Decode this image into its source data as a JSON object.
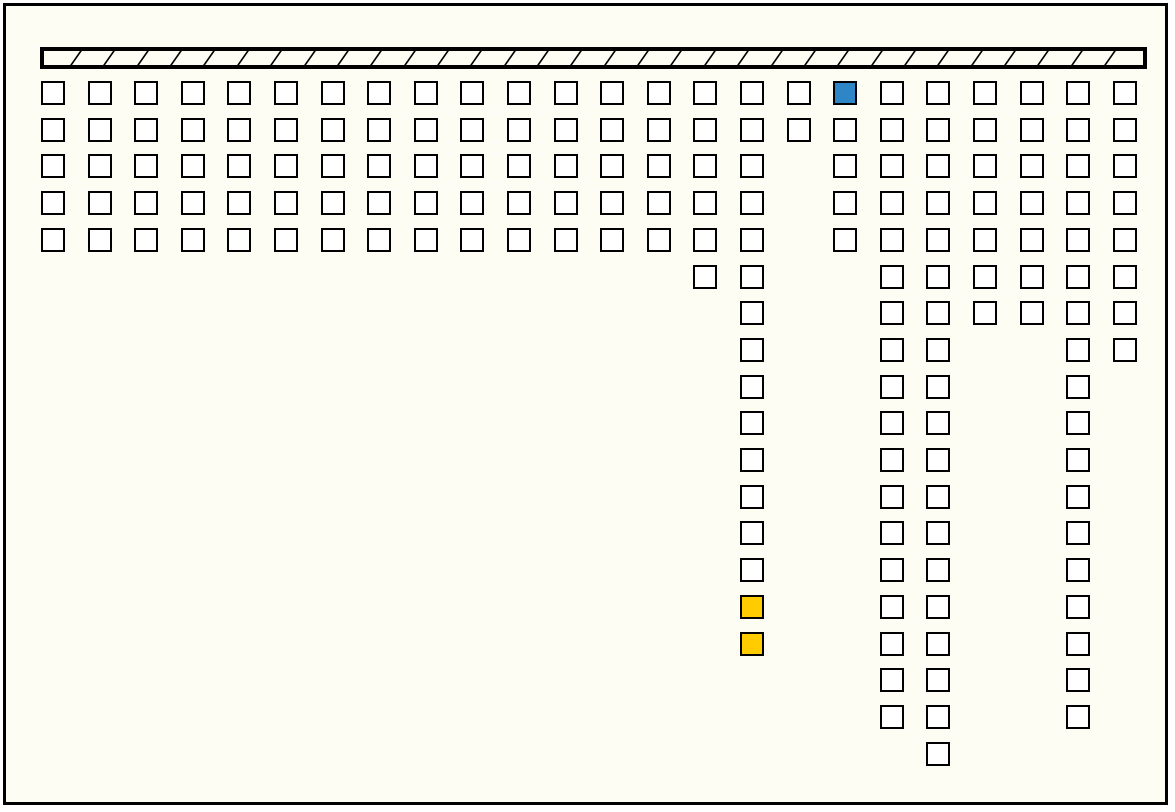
{
  "board": {
    "column_heights": [
      5,
      5,
      5,
      5,
      5,
      5,
      5,
      5,
      5,
      5,
      5,
      5,
      5,
      5,
      6,
      16,
      2,
      5,
      18,
      19,
      7,
      7,
      18,
      8
    ],
    "highlights": [
      {
        "column": 17,
        "row": 0,
        "color": "#2f86c6"
      },
      {
        "column": 15,
        "row": 14,
        "color": "#ffcc00"
      },
      {
        "column": 15,
        "row": 15,
        "color": "#ffcc00"
      }
    ],
    "rail_segments": 33
  }
}
